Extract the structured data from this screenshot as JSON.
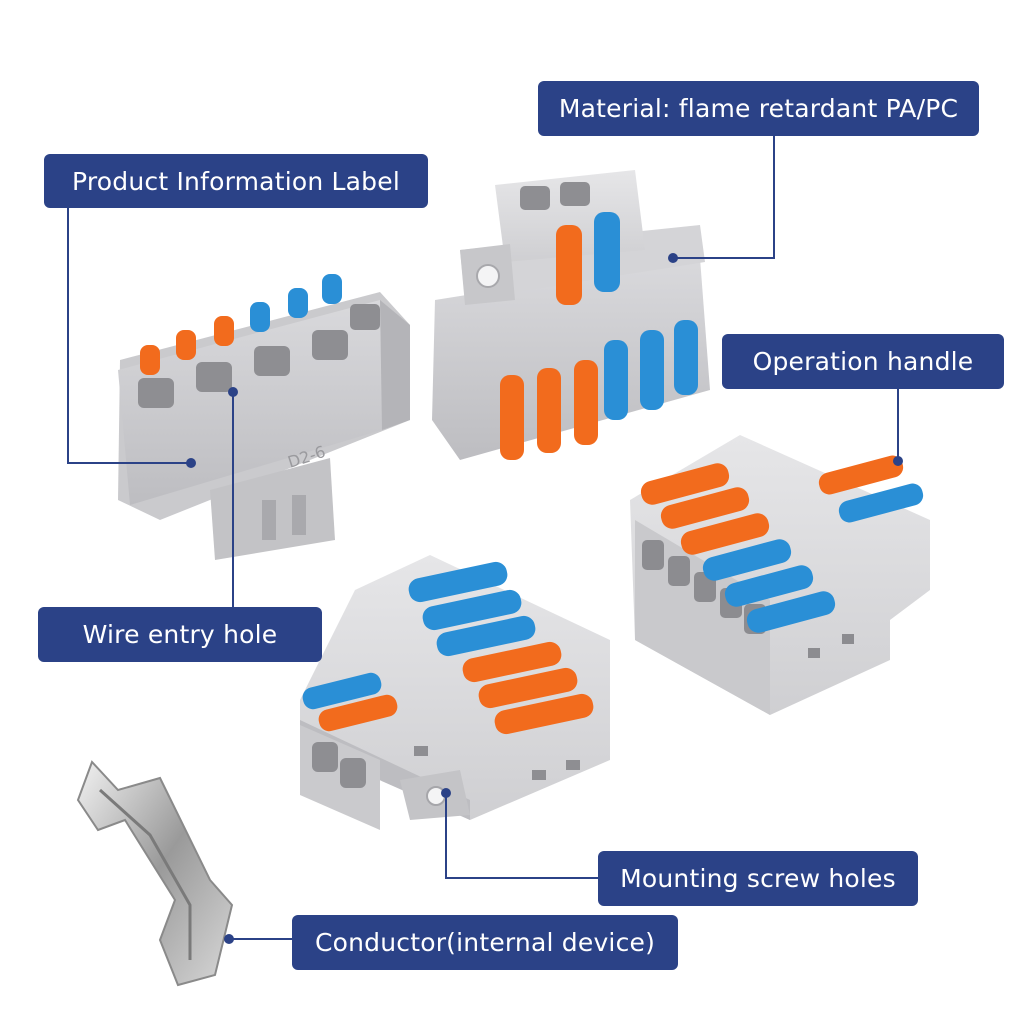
{
  "callouts": {
    "material": "Material: flame retardant PA/PC",
    "product_label": "Product Information Label",
    "operation_handle": "Operation handle",
    "wire_entry": "Wire entry hole",
    "mounting_holes": "Mounting screw holes",
    "conductor": "Conductor(internal device)"
  },
  "product_marking": "D2-6",
  "colors": {
    "label_bg": "#2b4287",
    "housing": "#cfcfd2",
    "lever_orange": "#f26b1d",
    "lever_blue": "#2a8fd6"
  }
}
